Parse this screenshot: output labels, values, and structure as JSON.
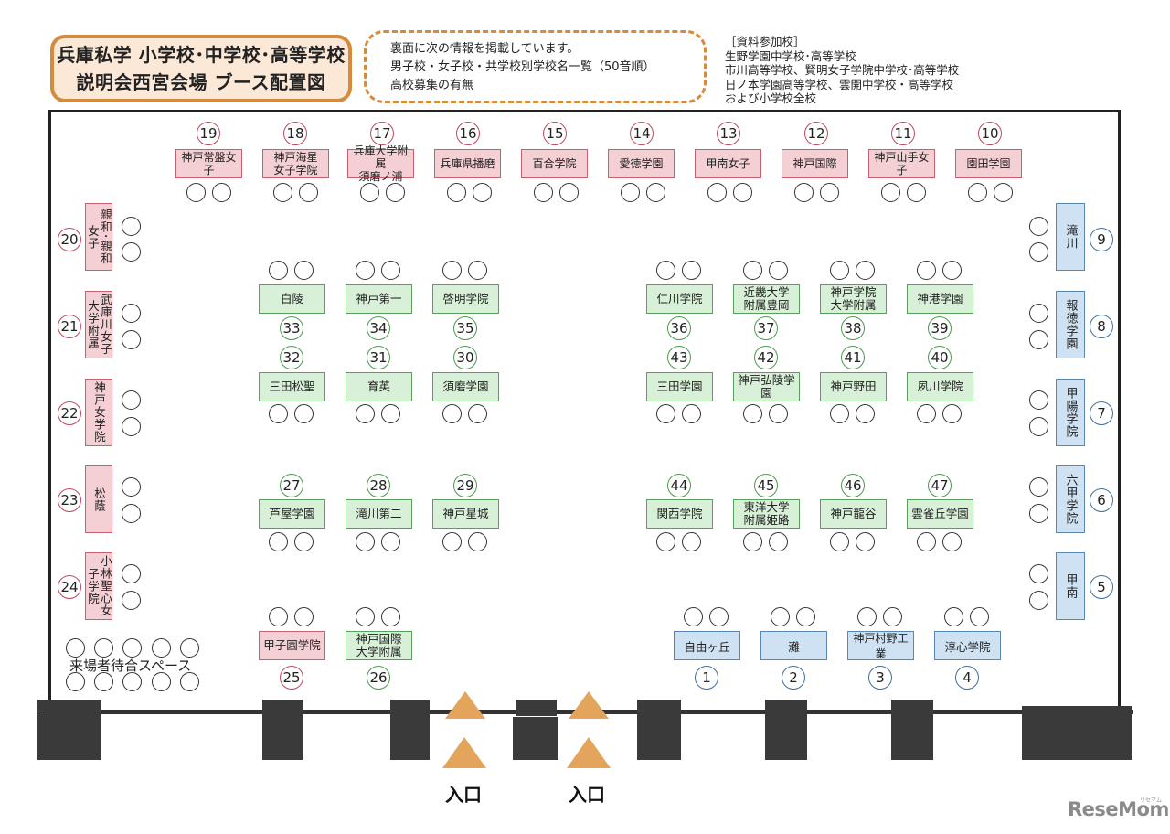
{
  "title": {
    "line1": "兵庫私学 小学校･中学校･高等学校",
    "line2": "説明会西宮会場 ブース配置図"
  },
  "info": {
    "line1": "裏面に次の情報を掲載しています。",
    "line2": "男子校・女子校・共学校別学校名一覧（50音順）",
    "line3": "高校募集の有無"
  },
  "references": {
    "header": "［資料参加校］",
    "lines": [
      "生野学園中学校･高等学校",
      "市川高等学校、賢明女子学院中学校･高等学校",
      "日ノ本学園高等学校、雲開中学校・高等学校",
      "および小学校全校"
    ]
  },
  "booths": {
    "top": [
      {
        "num": "19",
        "l1": "神戸常盤女子",
        "l2": ""
      },
      {
        "num": "18",
        "l1": "神戸海星",
        "l2": "女子学院"
      },
      {
        "num": "17",
        "l1": "兵庫大学附属",
        "l2": "須磨ノ浦"
      },
      {
        "num": "16",
        "l1": "兵庫県播磨",
        "l2": ""
      },
      {
        "num": "15",
        "l1": "百合学院",
        "l2": ""
      },
      {
        "num": "14",
        "l1": "愛徳学園",
        "l2": ""
      },
      {
        "num": "13",
        "l1": "甲南女子",
        "l2": ""
      },
      {
        "num": "12",
        "l1": "神戸国際",
        "l2": ""
      },
      {
        "num": "11",
        "l1": "神戸山手女子",
        "l2": ""
      },
      {
        "num": "10",
        "l1": "園田学園",
        "l2": ""
      }
    ],
    "left": [
      {
        "num": "20",
        "name": "親和･親和女子"
      },
      {
        "num": "21",
        "name": "武庫川女子大学附属"
      },
      {
        "num": "22",
        "name": "神戸女学院"
      },
      {
        "num": "23",
        "name": "松蔭"
      },
      {
        "num": "24",
        "name": "小林聖心女子学院"
      }
    ],
    "right": [
      {
        "num": "9",
        "name": "滝川"
      },
      {
        "num": "8",
        "name": "報徳学園"
      },
      {
        "num": "7",
        "name": "甲陽学院"
      },
      {
        "num": "6",
        "name": "六甲学院"
      },
      {
        "num": "5",
        "name": "甲南"
      }
    ],
    "center_row1": [
      {
        "num": "33",
        "l1": "白陵",
        "l2": ""
      },
      {
        "num": "34",
        "l1": "神戸第一",
        "l2": ""
      },
      {
        "num": "35",
        "l1": "啓明学院",
        "l2": ""
      },
      {
        "num": "36",
        "l1": "仁川学院",
        "l2": ""
      },
      {
        "num": "37",
        "l1": "近畿大学",
        "l2": "附属豊岡"
      },
      {
        "num": "38",
        "l1": "神戸学院",
        "l2": "大学附属"
      },
      {
        "num": "39",
        "l1": "神港学園",
        "l2": ""
      }
    ],
    "center_row2": [
      {
        "num": "32",
        "l1": "三田松聖",
        "l2": ""
      },
      {
        "num": "31",
        "l1": "育英",
        "l2": ""
      },
      {
        "num": "30",
        "l1": "須磨学園",
        "l2": ""
      },
      {
        "num": "43",
        "l1": "三田学園",
        "l2": ""
      },
      {
        "num": "42",
        "l1": "神戸弘陵学園",
        "l2": ""
      },
      {
        "num": "41",
        "l1": "神戸野田",
        "l2": ""
      },
      {
        "num": "40",
        "l1": "夙川学院",
        "l2": ""
      }
    ],
    "center_row3": [
      {
        "num": "27",
        "l1": "芦屋学園",
        "l2": ""
      },
      {
        "num": "28",
        "l1": "滝川第二",
        "l2": ""
      },
      {
        "num": "29",
        "l1": "神戸星城",
        "l2": ""
      },
      {
        "num": "44",
        "l1": "関西学院",
        "l2": ""
      },
      {
        "num": "45",
        "l1": "東洋大学",
        "l2": "附属姫路"
      },
      {
        "num": "46",
        "l1": "神戸龍谷",
        "l2": ""
      },
      {
        "num": "47",
        "l1": "雲雀丘学園",
        "l2": ""
      }
    ],
    "bottom_left": [
      {
        "num": "25",
        "l1": "甲子園学院",
        "l2": ""
      },
      {
        "num": "26",
        "l1": "神戸国際",
        "l2": "大学附属"
      }
    ],
    "bottom_right": [
      {
        "num": "1",
        "l1": "自由ヶ丘"
      },
      {
        "num": "2",
        "l1": "灘"
      },
      {
        "num": "3",
        "l1": "神戸村野工業"
      },
      {
        "num": "4",
        "l1": "淳心学院"
      }
    ]
  },
  "waiting_area": "来場者待合スペース",
  "entrances": [
    "入口",
    "入口"
  ],
  "logo": {
    "text": "ReseMom",
    "sub": "リセマム"
  },
  "colors": {
    "accent_orange": "#d58a3c",
    "booth_red": "#f4cfd3",
    "booth_green": "#d9f0d8",
    "booth_blue": "#cfe2f3"
  }
}
